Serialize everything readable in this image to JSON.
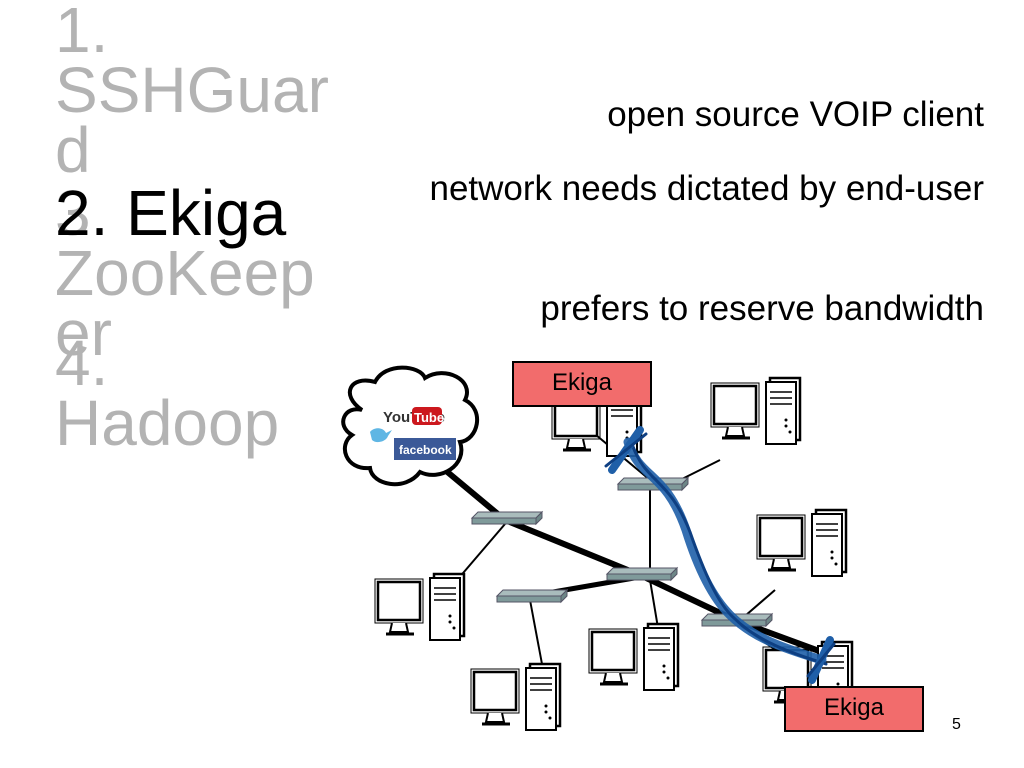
{
  "slide": {
    "nav": [
      "1.\nSSHGuar\nd",
      "2. Ekiga",
      "3.\nZooKeep\ner",
      "4.\nHadoop"
    ],
    "bullets": [
      "open source VOIP client",
      "network needs dictated by end-user",
      "prefers to reserve bandwidth"
    ],
    "cloud": {
      "youtube_logo": "YouTube",
      "facebook_logo": "facebook"
    },
    "endpoint_labels": [
      "Ekiga",
      "Ekiga"
    ],
    "page_number": "5"
  },
  "colors": {
    "inactive_text": "#b3b3b3",
    "label_fill": "#f26c6c",
    "path_scribble": "#1f5fa8",
    "switch": "#7f9a9a"
  }
}
